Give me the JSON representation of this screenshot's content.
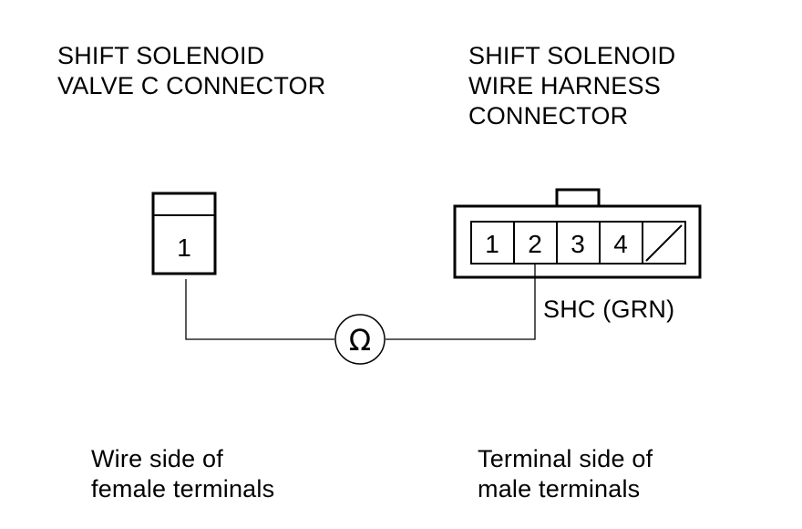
{
  "titles": {
    "left": "SHIFT SOLENOID\nVALVE C CONNECTOR",
    "right": "SHIFT SOLENOID\nWIRE HARNESS\nCONNECTOR"
  },
  "left_connector": {
    "terminals": [
      "1"
    ]
  },
  "right_connector": {
    "terminals": [
      "1",
      "2",
      "3",
      "4"
    ]
  },
  "wire_label": "SHC (GRN)",
  "meter_symbol": "Ω",
  "captions": {
    "left": "Wire side of\nfemale terminals",
    "right": "Terminal side of\nmale terminals"
  }
}
